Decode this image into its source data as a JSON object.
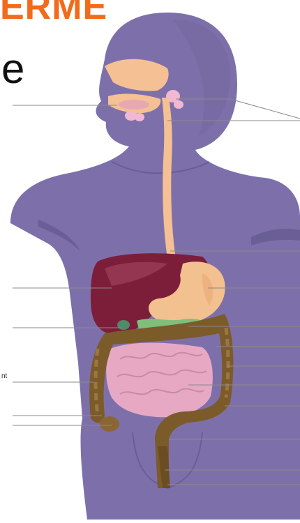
{
  "heading_fragment": "ERME",
  "side_letter": "e",
  "side_word_fragment": "nt",
  "colors": {
    "heading": "#f26a1b",
    "body": "#7d70aa",
    "body_shadow": "#6a5e96",
    "esophagus": "#f5c094",
    "salivary_glands": "#f2b8d2",
    "liver": "#7c1e3a",
    "stomach": "#f3c090",
    "gallbladder": "#4f8a6a",
    "pancreas": "#7fbf7b",
    "large_intestine": "#7c5b2a",
    "small_intestine": "#e7a8c4",
    "leader_line": "#8a8a8a"
  }
}
